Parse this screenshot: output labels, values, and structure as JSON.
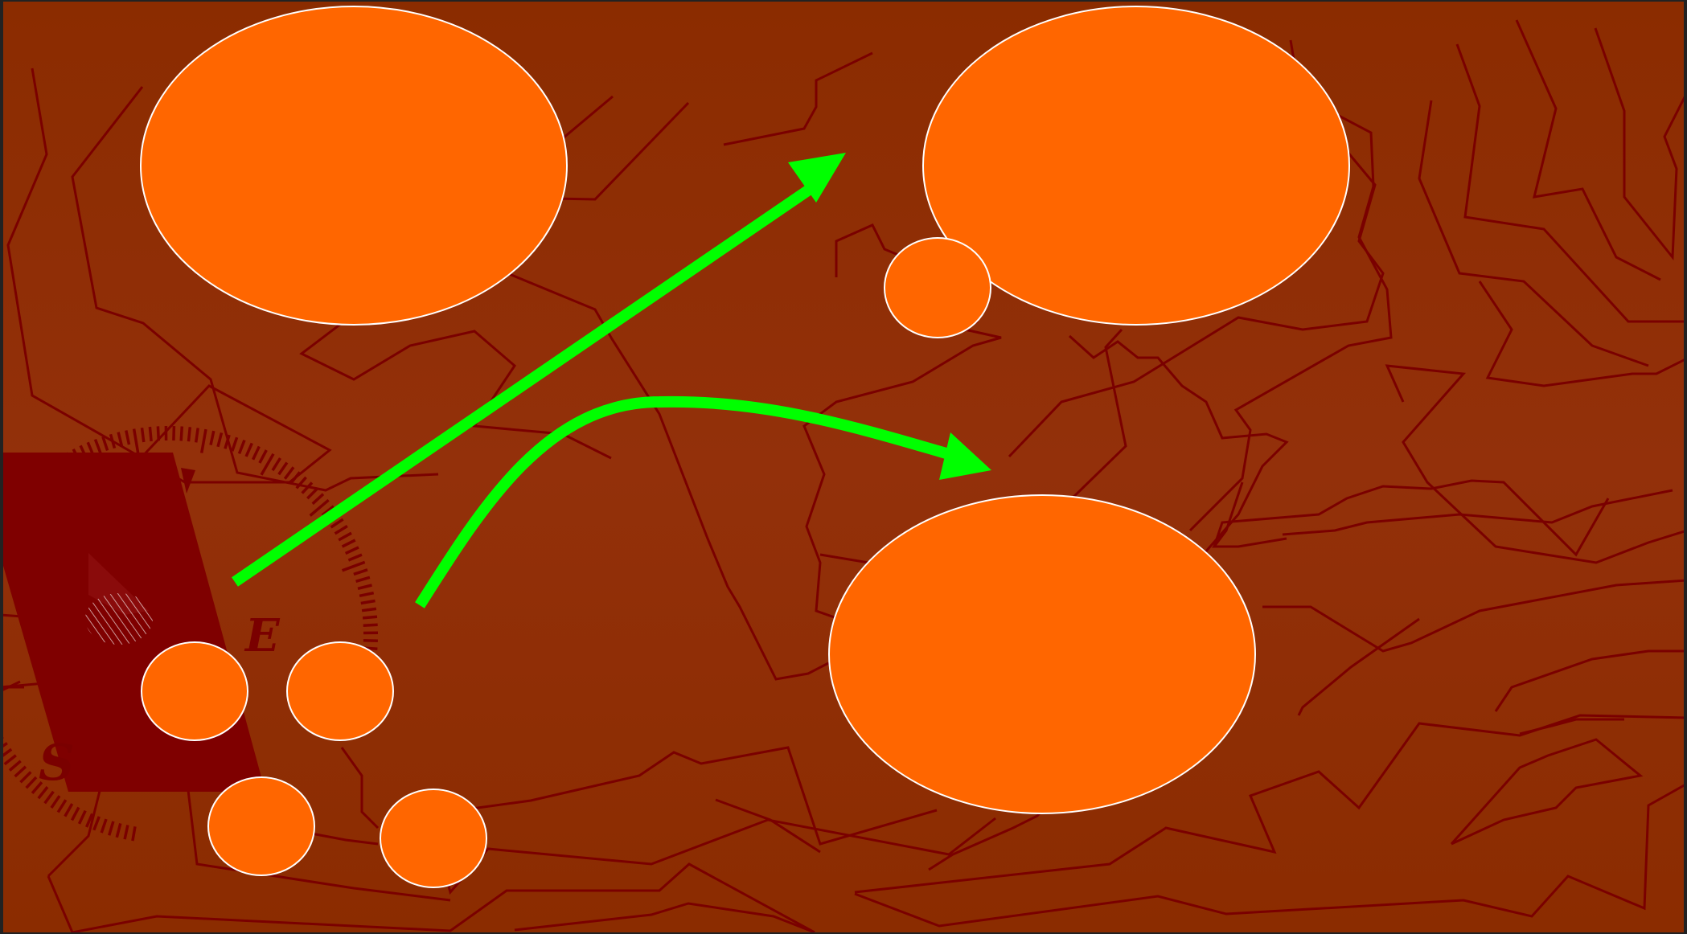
{
  "colors": {
    "background": "#8b2c00",
    "background_light": "#93300a",
    "lines": "#7a0000",
    "map_panel": "#7f0000",
    "node_fill": "#ff6600",
    "node_stroke": "#ffffff",
    "arrow": "#00ff00",
    "frame": "#222222"
  },
  "decor": {
    "compass_rose": "compass-icon",
    "compass_letters": [
      "S",
      "E"
    ]
  },
  "nodes": {
    "large": [
      "large-node-top-left",
      "large-node-top-right",
      "large-node-bottom-right"
    ],
    "small": [
      "small-node-near-top-right",
      "small-node-1",
      "small-node-2",
      "small-node-3",
      "small-node-4"
    ]
  },
  "arrows": [
    "arrow-straight",
    "arrow-curved"
  ]
}
